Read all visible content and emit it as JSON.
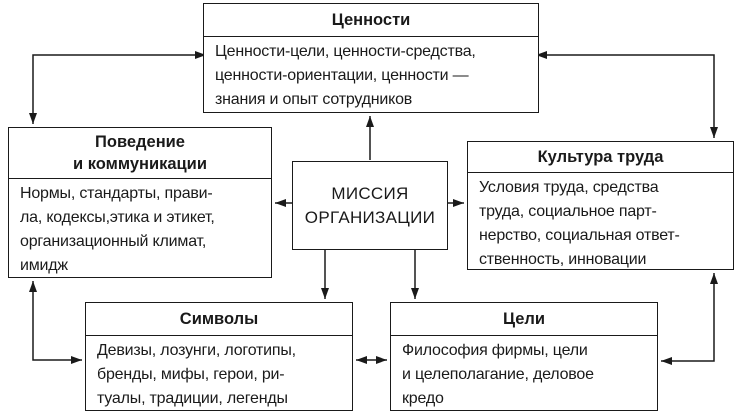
{
  "colors": {
    "background": "#ffffff",
    "line": "#1a1a1a",
    "text": "#1a1a1a"
  },
  "center": {
    "label": "МИССИЯ ОРГАНИЗАЦИИ",
    "lines": [
      "МИССИЯ",
      "ОРГАНИЗАЦИИ"
    ]
  },
  "boxes": {
    "values": {
      "title": "Ценности",
      "body_lines": [
        "Ценности-цели, ценности-средства,",
        "ценности-ориентации, ценности —",
        "знания и опыт сотрудников"
      ]
    },
    "behavior": {
      "title_lines": [
        "Поведение",
        "и коммуникации"
      ],
      "body_lines": [
        "Нормы, стандарты, прави-",
        "ла, кодексы,этика и этикет,",
        "организационный климат,",
        "имидж"
      ]
    },
    "culture": {
      "title": "Культура труда",
      "body_lines": [
        "Условия труда, средства",
        "труда, социальное парт-",
        "нерство, социальная ответ-",
        "ственность, инновации"
      ]
    },
    "symbols": {
      "title": "Символы",
      "body_lines": [
        "Девизы, лозунги, логотипы,",
        "бренды, мифы, герои, ри-",
        "туалы, традиции, легенды"
      ]
    },
    "goals": {
      "title": "Цели",
      "body_lines": [
        "Философия фирмы, цели",
        "и целеполагание, деловое",
        "кредо"
      ]
    }
  },
  "connections": [
    {
      "from": "mission",
      "to": "values",
      "type": "single-arrow"
    },
    {
      "from": "mission",
      "to": "behavior",
      "type": "single-arrow"
    },
    {
      "from": "mission",
      "to": "culture",
      "type": "single-arrow"
    },
    {
      "from": "mission",
      "to": "symbols",
      "type": "single-arrow"
    },
    {
      "from": "mission",
      "to": "goals",
      "type": "single-arrow"
    },
    {
      "from": "values",
      "to": "behavior",
      "type": "double-arrow-elbow"
    },
    {
      "from": "values",
      "to": "culture",
      "type": "double-arrow-elbow"
    },
    {
      "from": "behavior",
      "to": "symbols",
      "type": "double-arrow-elbow"
    },
    {
      "from": "culture",
      "to": "goals",
      "type": "double-arrow-elbow"
    },
    {
      "from": "symbols",
      "to": "goals",
      "type": "double-arrow-straight"
    }
  ]
}
